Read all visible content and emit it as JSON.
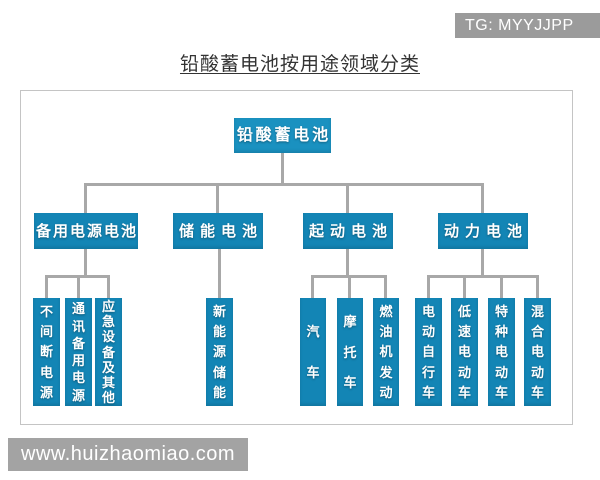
{
  "watermarks": {
    "tg_badge": "TG: MYYJJPP",
    "site_badge": "www.huizhaomiao.com"
  },
  "title": "铅酸蓄电池按用途领域分类",
  "colors": {
    "node_blue": "#1385b5",
    "root_blue": "#1a91c0",
    "connector_gray": "#a8a8a8",
    "badge_gray": "#9b9b9b",
    "panel_border": "#c4c4c4"
  },
  "tree": {
    "root": {
      "label": "铅酸蓄电池"
    },
    "branches": [
      {
        "label": "备用电源电池",
        "children": [
          "不间断电源",
          "通讯备用电源",
          "应急设备及其他"
        ]
      },
      {
        "label": "储能电池",
        "children": [
          "新能源储能"
        ]
      },
      {
        "label": "起动电池",
        "children": [
          "汽车",
          "摩托车",
          "燃油机发动"
        ]
      },
      {
        "label": "动力电池",
        "children": [
          "电动自行车",
          "低速电动车",
          "特种电动车",
          "混合电动车"
        ]
      }
    ]
  }
}
